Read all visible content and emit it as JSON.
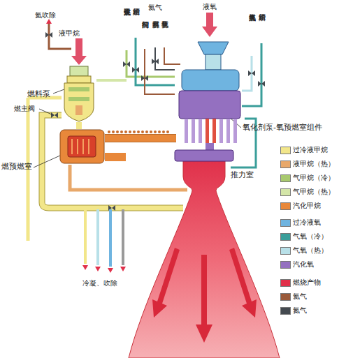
{
  "diagram": {
    "nodes": [
      {
        "text": [
          "燃料泵"
        ]
      },
      {
        "text": [
          "燃预燃室"
        ]
      },
      {
        "text": [
          "氧化剂泵-氧预燃室组件"
        ]
      },
      {
        "text": [
          "推力室"
        ]
      }
    ],
    "edges": [
      {
        "from": 0,
        "to": 1,
        "arrow": "none"
      },
      {
        "from": 1,
        "to": 3,
        "arrow": "none"
      },
      {
        "from": 2,
        "to": 3,
        "arrow": "none"
      }
    ],
    "labels": [
      "氦吹除",
      "液甲烷",
      "甲烷点火系统",
      "贮箱增压",
      "阀门控制",
      "氦气",
      "燃料挤泵",
      "氧化挤泵",
      "液氧",
      "氧气点火系统",
      "贮箱增压",
      "燃主阀",
      "冷凝、吹除"
    ],
    "legend": [
      {
        "text": "过冷液甲烷",
        "color": "#f2e68a"
      },
      {
        "text": "液甲烷（热）",
        "color": "#e8a86a"
      },
      {
        "text": "气甲烷（冷）",
        "color": "#a8c96e"
      },
      {
        "text": "气甲烷（热）",
        "color": "#d4e6a8"
      },
      {
        "text": "汽化甲烷",
        "color": "#e8883a"
      },
      {
        "text": "过冷液氧",
        "color": "#6fb4e0"
      },
      {
        "text": "气氧（冷）",
        "color": "#3a9e9a"
      },
      {
        "text": "气氧（热）",
        "color": "#b8e0e8"
      },
      {
        "text": "汽化氧",
        "color": "#9470c0"
      },
      {
        "text": "燃烧产物",
        "color": "#e0304a"
      },
      {
        "text": "氦气",
        "color": "#9a5a3a"
      },
      {
        "text": "氮气",
        "color": "#444a50"
      }
    ]
  }
}
